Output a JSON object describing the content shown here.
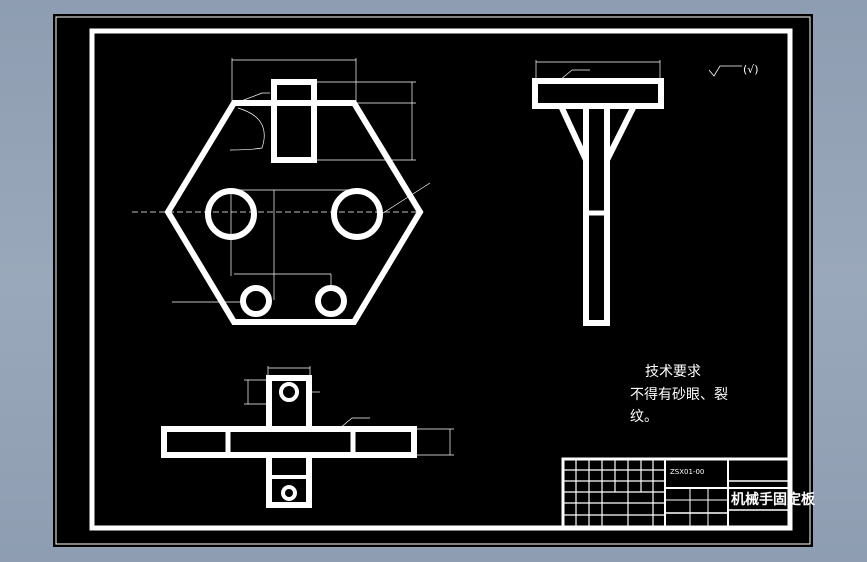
{
  "colors": {
    "outer_background": "#94a3b5",
    "sheet_background": "#000000",
    "line": "#ffffff",
    "dim_line": "#ffffff"
  },
  "tech_requirements": {
    "heading": "技术要求",
    "line1": "不得有砂眼、裂",
    "line2": "纹。"
  },
  "roughness_label": "(√)",
  "title_block": {
    "part_name": "机械手固定板",
    "drawing_number": "ZSX01-00"
  }
}
